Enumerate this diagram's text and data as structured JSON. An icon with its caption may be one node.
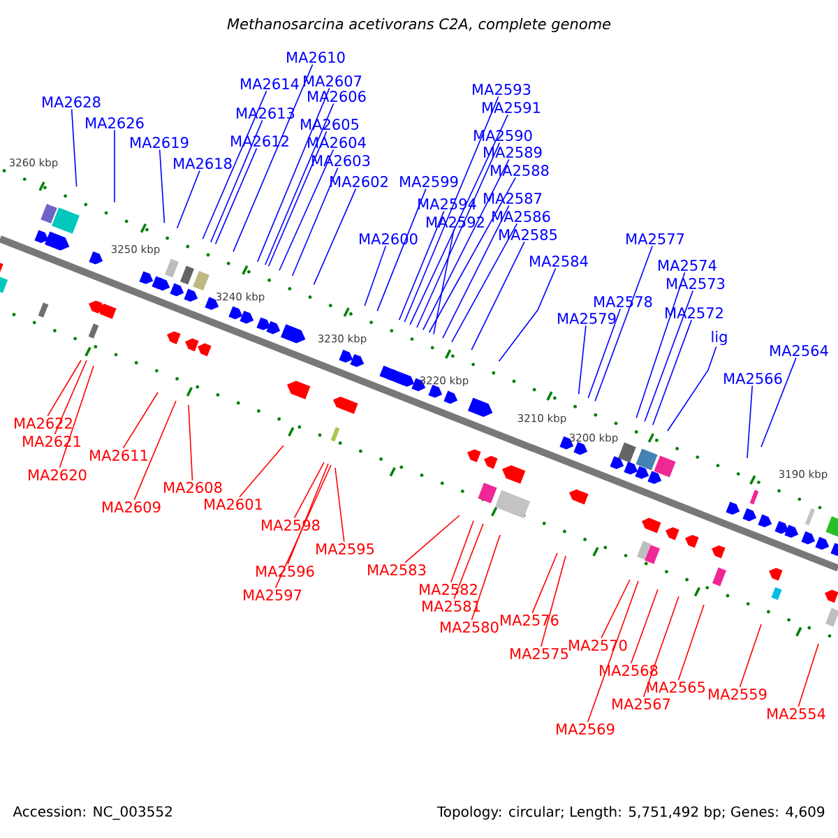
{
  "diagram": {
    "title": "*Methanosarcina acetivorans* C2A, complete genome",
    "nodes": [
      {
        "text": [
          "MA2628"
        ]
      },
      {
        "text": [
          "MA2626"
        ]
      },
      {
        "text": [
          "MA2619"
        ]
      },
      {
        "text": [
          "MA2618"
        ]
      },
      {
        "text": [
          "MA2614"
        ]
      },
      {
        "text": [
          "MA2613"
        ]
      },
      {
        "text": [
          "MA2612"
        ]
      },
      {
        "text": [
          "MA2610"
        ]
      },
      {
        "text": [
          "MA2607"
        ]
      },
      {
        "text": [
          "MA2606"
        ]
      },
      {
        "text": [
          "MA2605"
        ]
      },
      {
        "text": [
          "MA2604"
        ]
      },
      {
        "text": [
          "MA2603"
        ]
      },
      {
        "text": [
          "MA2602"
        ]
      },
      {
        "text": [
          "MA2600"
        ]
      },
      {
        "text": [
          "MA2599"
        ]
      },
      {
        "text": [
          "MA2593"
        ]
      },
      {
        "text": [
          "MA2591"
        ]
      },
      {
        "text": [
          "MA2590"
        ]
      },
      {
        "text": [
          "MA2589"
        ]
      },
      {
        "text": [
          "MA2588"
        ]
      },
      {
        "text": [
          "MA2594"
        ]
      },
      {
        "text": [
          "MA2592"
        ]
      },
      {
        "text": [
          "MA2587"
        ]
      },
      {
        "text": [
          "MA2586"
        ]
      },
      {
        "text": [
          "MA2585"
        ]
      },
      {
        "text": [
          "MA2584"
        ]
      },
      {
        "text": [
          "MA2577"
        ]
      },
      {
        "text": [
          "MA2578"
        ]
      },
      {
        "text": [
          "MA2579"
        ]
      },
      {
        "text": [
          "MA2574"
        ]
      },
      {
        "text": [
          "MA2573"
        ]
      },
      {
        "text": [
          "MA2572"
        ]
      },
      {
        "text": [
          "lig"
        ]
      },
      {
        "text": [
          "MA2566"
        ]
      },
      {
        "text": [
          "MA2564"
        ]
      },
      {
        "text": [
          "MA2622"
        ]
      },
      {
        "text": [
          "MA2621"
        ]
      },
      {
        "text": [
          "MA2620"
        ]
      },
      {
        "text": [
          "MA2611"
        ]
      },
      {
        "text": [
          "MA2609"
        ]
      },
      {
        "text": [
          "MA2608"
        ]
      },
      {
        "text": [
          "MA2601"
        ]
      },
      {
        "text": [
          "MA2598"
        ]
      },
      {
        "text": [
          "MA2596"
        ]
      },
      {
        "text": [
          "MA2597"
        ]
      },
      {
        "text": [
          "MA2595"
        ]
      },
      {
        "text": [
          "MA2583"
        ]
      },
      {
        "text": [
          "MA2582"
        ]
      },
      {
        "text": [
          "MA2581"
        ]
      },
      {
        "text": [
          "MA2580"
        ]
      },
      {
        "text": [
          "MA2576"
        ]
      },
      {
        "text": [
          "MA2575"
        ]
      },
      {
        "text": [
          "MA2570"
        ]
      },
      {
        "text": [
          "MA2569"
        ]
      },
      {
        "text": [
          "MA2568"
        ]
      },
      {
        "text": [
          "MA2567"
        ]
      },
      {
        "text": [
          "MA2565"
        ]
      },
      {
        "text": [
          "MA2559"
        ]
      },
      {
        "text": [
          "MA2554"
        ]
      }
    ],
    "edges": [
      {
        "from": 0,
        "to": null,
        "arrow": "none"
      },
      {
        "from": 1,
        "to": null,
        "arrow": "none"
      },
      {
        "from": 2,
        "to": null,
        "arrow": "none"
      },
      {
        "from": 3,
        "to": null,
        "arrow": "none"
      },
      {
        "from": 4,
        "to": null,
        "arrow": "none"
      },
      {
        "from": 5,
        "to": null,
        "arrow": "none"
      },
      {
        "from": 6,
        "to": null,
        "arrow": "none"
      },
      {
        "from": 7,
        "to": null,
        "arrow": "none"
      },
      {
        "from": 8,
        "to": null,
        "arrow": "none"
      },
      {
        "from": 9,
        "to": null,
        "arrow": "none"
      },
      {
        "from": 10,
        "to": null,
        "arrow": "none"
      },
      {
        "from": 11,
        "to": null,
        "arrow": "none"
      },
      {
        "from": 12,
        "to": null,
        "arrow": "none"
      },
      {
        "from": 13,
        "to": null,
        "arrow": "none"
      },
      {
        "from": 14,
        "to": null,
        "arrow": "none"
      },
      {
        "from": 15,
        "to": null,
        "arrow": "none"
      },
      {
        "from": 16,
        "to": null,
        "arrow": "none"
      },
      {
        "from": 17,
        "to": null,
        "arrow": "none"
      },
      {
        "from": 18,
        "to": null,
        "arrow": "none"
      },
      {
        "from": 19,
        "to": null,
        "arrow": "none"
      },
      {
        "from": 20,
        "to": null,
        "arrow": "none"
      },
      {
        "from": 21,
        "to": null,
        "arrow": "none"
      },
      {
        "from": 22,
        "to": null,
        "arrow": "none"
      },
      {
        "from": 23,
        "to": null,
        "arrow": "none"
      },
      {
        "from": 24,
        "to": null,
        "arrow": "none"
      },
      {
        "from": 25,
        "to": null,
        "arrow": "none"
      },
      {
        "from": 26,
        "to": null,
        "arrow": "none"
      },
      {
        "from": 27,
        "to": null,
        "arrow": "none"
      },
      {
        "from": 28,
        "to": null,
        "arrow": "none"
      },
      {
        "from": 29,
        "to": null,
        "arrow": "none"
      },
      {
        "from": 30,
        "to": null,
        "arrow": "none"
      },
      {
        "from": 31,
        "to": null,
        "arrow": "none"
      },
      {
        "from": 32,
        "to": null,
        "arrow": "none"
      },
      {
        "from": 33,
        "to": null,
        "arrow": "none"
      },
      {
        "from": 34,
        "to": null,
        "arrow": "none"
      },
      {
        "from": 35,
        "to": null,
        "arrow": "none"
      },
      {
        "from": 36,
        "to": null,
        "arrow": "none",
        "color": "#ff0000"
      },
      {
        "from": 37,
        "to": null,
        "arrow": "none",
        "color": "#ff0000"
      },
      {
        "from": 38,
        "to": null,
        "arrow": "none",
        "color": "#ff0000"
      },
      {
        "from": 39,
        "to": null,
        "arrow": "none",
        "color": "#ff0000"
      },
      {
        "from": 40,
        "to": null,
        "arrow": "none",
        "color": "#ff0000"
      },
      {
        "from": 41,
        "to": null,
        "arrow": "none",
        "color": "#ff0000"
      },
      {
        "from": 42,
        "to": null,
        "arrow": "none",
        "color": "#ff0000"
      },
      {
        "from": 43,
        "to": null,
        "arrow": "none",
        "color": "#ff0000"
      },
      {
        "from": 44,
        "to": null,
        "arrow": "none",
        "color": "#ff0000"
      },
      {
        "from": 45,
        "to": null,
        "arrow": "none",
        "color": "#ff0000"
      },
      {
        "from": 46,
        "to": null,
        "arrow": "none",
        "color": "#ff0000"
      },
      {
        "from": 47,
        "to": null,
        "arrow": "none",
        "color": "#ff0000"
      },
      {
        "from": 48,
        "to": null,
        "arrow": "none",
        "color": "#ff0000"
      },
      {
        "from": 49,
        "to": null,
        "arrow": "none",
        "color": "#ff0000"
      },
      {
        "from": 50,
        "to": null,
        "arrow": "none",
        "color": "#ff0000"
      },
      {
        "from": 51,
        "to": null,
        "arrow": "none",
        "color": "#ff0000"
      },
      {
        "from": 52,
        "to": null,
        "arrow": "none",
        "color": "#ff0000"
      },
      {
        "from": 53,
        "to": null,
        "arrow": "none",
        "color": "#ff0000"
      },
      {
        "from": 54,
        "to": null,
        "arrow": "none",
        "color": "#ff0000"
      },
      {
        "from": 55,
        "to": null,
        "arrow": "none",
        "color": "#ff0000"
      },
      {
        "from": 56,
        "to": null,
        "arrow": "none",
        "color": "#ff0000"
      },
      {
        "from": 57,
        "to": null,
        "arrow": "none",
        "color": "#ff0000"
      },
      {
        "from": 58,
        "to": null,
        "arrow": "none",
        "color": "#ff0000"
      },
      {
        "from": 59,
        "to": null,
        "arrow": "none",
        "color": "#ff0000"
      }
    ],
    "labels": [
      "3260 kbp",
      "3250 kbp",
      "3240 kbp",
      "3230 kbp",
      "3220 kbp",
      "3210 kbp",
      "3200 kbp",
      "3190 kbp",
      "Accession: NC_003552",
      "Topology: circular; Length: 5,751,492 bp; Genes: 4,609"
    ]
  }
}
